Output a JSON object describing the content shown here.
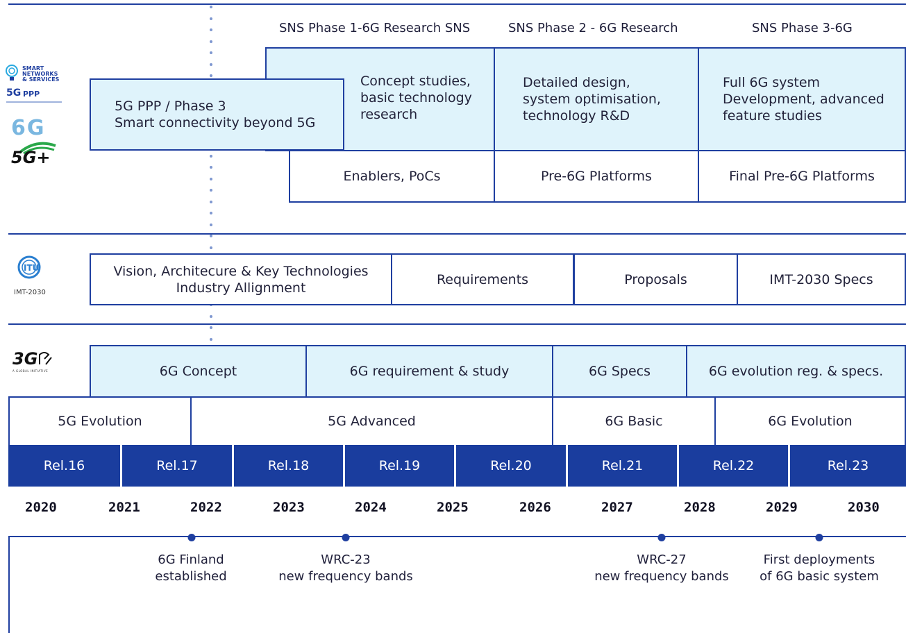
{
  "sns": {
    "phase_titles": [
      "SNS Phase 1-6G Research SNS",
      "SNS Phase 2 - 6G Research",
      "SNS Phase 3-6G"
    ],
    "ppp_box": [
      "5G PPP / Phase 3",
      "Smart connectivity beyond 5G"
    ],
    "phase_descriptions": [
      [
        "Concept studies,",
        "basic technology",
        "research"
      ],
      [
        "Detailed design,",
        "system optimisation,",
        "technology R&D"
      ],
      [
        "Full 6G system",
        "Development, advanced",
        "feature studies"
      ]
    ],
    "platforms": [
      "Enablers, PoCs",
      "Pre-6G Platforms",
      "Final Pre-6G Platforms"
    ]
  },
  "logos": {
    "sns_lines": [
      "SMART",
      "NETWORKS",
      "& SERVICES"
    ],
    "ppp": "PPP",
    "sixg": "6G",
    "fiveg_plus": "5G+",
    "itu": "ITU",
    "itu_caption": "IMT-2030",
    "threegpp": "3G",
    "threegpp_tag": "A GLOBAL INITIATIVE"
  },
  "itu": {
    "vision": [
      "Vision, Architecure & Key Technologies",
      "Industry Allignment"
    ],
    "requirements": "Requirements",
    "proposals": "Proposals",
    "specs": "IMT-2030 Specs"
  },
  "threegpp": {
    "study": [
      "6G Concept",
      "6G requirement & study",
      "6G Specs",
      "6G evolution reg. & specs."
    ],
    "evolution": [
      "5G Evolution",
      "5G Advanced",
      "6G Basic",
      "6G Evolution"
    ]
  },
  "releases": [
    "Rel.16",
    "Rel.17",
    "Rel.18",
    "Rel.19",
    "Rel.20",
    "Rel.21",
    "Rel.22",
    "Rel.23"
  ],
  "years": [
    "2020",
    "2021",
    "2022",
    "2023",
    "2024",
    "2025",
    "2026",
    "2027",
    "2028",
    "2029",
    "2030"
  ],
  "milestones": [
    [
      "6G Finland",
      "established"
    ],
    [
      "WRC-23",
      "new frequency bands"
    ],
    [
      "WRC-27",
      "new frequency bands"
    ],
    [
      "First deployments",
      "of 6G basic system"
    ]
  ],
  "colors": {
    "accent": "#1f3fa0",
    "fill": "#dff3fb",
    "release_bg": "#1a3d9e"
  }
}
